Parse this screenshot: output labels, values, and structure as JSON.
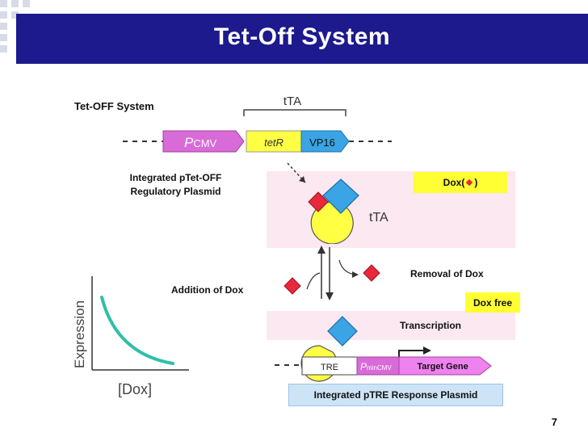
{
  "slide": {
    "title": "Tet-Off System",
    "page_number": "7"
  },
  "plasmid": {
    "section_label": "Tet-OFF System",
    "tta_label": "tTA",
    "promoter_label": "P",
    "promoter_sub": "CMV",
    "tetr_label": "tetR",
    "vp16_label": "VP16",
    "regulatory_label_line1": "Integrated pTet-OFF",
    "regulatory_label_line2": "Regulatory Plasmid"
  },
  "complex": {
    "tta_label": "tTA",
    "dox_label_prefix": "Dox(",
    "dox_label_suffix": ")"
  },
  "arrows": {
    "addition_label": "Addition of Dox",
    "removal_label": "Removal of Dox",
    "dox_free_label": "Dox free"
  },
  "response": {
    "transcription_label": "Transcription",
    "tre_label": "TRE",
    "pmin_label": "P",
    "pmin_sub": "minCMV",
    "target_gene_label": "Target Gene",
    "response_plasmid_label": "Integrated pTRE Response Plasmid"
  },
  "graph": {
    "ylabel": "Expression",
    "xlabel": "[Dox]"
  },
  "colors": {
    "title_bar": "#1c1a8c",
    "promoter": "#d86bd8",
    "tetr": "#ffff44",
    "vp16": "#3aa4e4",
    "dox": "#e8283c",
    "curve": "#2fbfa8",
    "highlight": "#ffff33",
    "response_box": "#cde4f7"
  }
}
